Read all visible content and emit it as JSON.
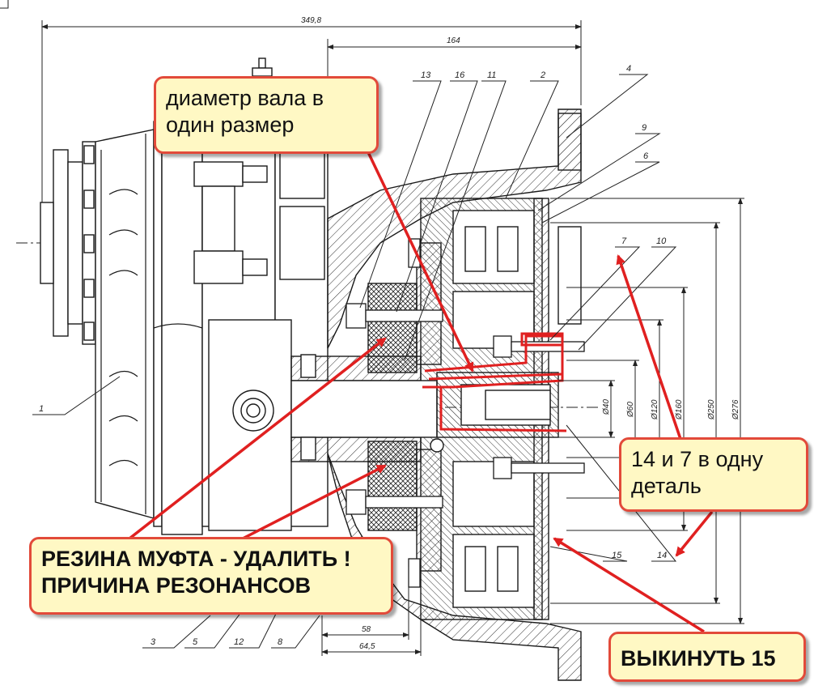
{
  "drawing": {
    "dimensions": {
      "overall_length": "349,8",
      "housing_length": "164",
      "dim_58": "58",
      "dim_64_5": "64,5",
      "dia_40": "Ø40",
      "dia_60": "Ø60",
      "dia_120": "Ø120",
      "dia_160": "Ø160",
      "dia_250": "Ø250",
      "dia_276": "Ø276"
    },
    "part_labels": {
      "p1": "1",
      "p2": "2",
      "p3": "3",
      "p4": "4",
      "p5": "5",
      "p6": "6",
      "p7": "7",
      "p8": "8",
      "p9": "9",
      "p10": "10",
      "p11": "11",
      "p12": "12",
      "p13": "13",
      "p14": "14",
      "p15": "15",
      "p16": "16"
    }
  },
  "callouts": {
    "shaft": {
      "line1": "диаметр вала в",
      "line2": "один размер"
    },
    "rubber": {
      "line1": "РЕЗИНА МУФТА  - УДАЛИТЬ !",
      "line2": "ПРИЧИНА  РЕЗОНАНСОВ"
    },
    "merge": {
      "line1": "14 и 7 в одну",
      "line2": "деталь"
    },
    "discard": {
      "line1": "ВЫКИНУТЬ 15"
    }
  },
  "colors": {
    "callout_border": "#e24a3a",
    "callout_fill": "#fff8c4",
    "arrow": "#e02020",
    "line": "#1a1a1a"
  }
}
